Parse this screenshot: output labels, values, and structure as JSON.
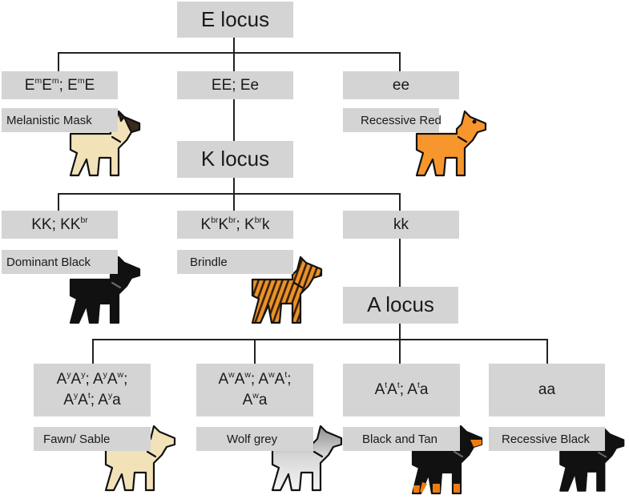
{
  "loci": {
    "e": "E locus",
    "k": "K locus",
    "a": "A locus"
  },
  "genotypes": {
    "e_mask": [
      {
        "t": "E"
      },
      {
        "s": "m"
      },
      {
        "t": "E"
      },
      {
        "s": "m"
      },
      {
        "t": "; E"
      },
      {
        "s": "m"
      },
      {
        "t": "E"
      }
    ],
    "e_ee": [
      {
        "t": "EE; Ee"
      }
    ],
    "e_rec": [
      {
        "t": "ee"
      }
    ],
    "k_dom": [
      {
        "t": "KK; KK"
      },
      {
        "s": "br"
      }
    ],
    "k_brin": [
      {
        "t": "K"
      },
      {
        "s": "br"
      },
      {
        "t": "K"
      },
      {
        "s": "br"
      },
      {
        "t": "; K"
      },
      {
        "s": "br"
      },
      {
        "t": "k"
      }
    ],
    "k_kk": [
      {
        "t": "kk"
      }
    ],
    "a_fawn": [
      {
        "t": "A"
      },
      {
        "s": "y"
      },
      {
        "t": "A"
      },
      {
        "s": "y"
      },
      {
        "t": "; A"
      },
      {
        "s": "y"
      },
      {
        "t": "A"
      },
      {
        "s": "w"
      },
      {
        "t": ";"
      },
      {
        "br": 1
      },
      {
        "t": "A"
      },
      {
        "s": "y"
      },
      {
        "t": "A"
      },
      {
        "s": "t"
      },
      {
        "t": "; A"
      },
      {
        "s": "y"
      },
      {
        "t": "a"
      }
    ],
    "a_wolf": [
      {
        "t": "A"
      },
      {
        "s": "w"
      },
      {
        "t": "A"
      },
      {
        "s": "w"
      },
      {
        "t": "; A"
      },
      {
        "s": "w"
      },
      {
        "t": "A"
      },
      {
        "s": "t"
      },
      {
        "t": ";"
      },
      {
        "br": 1
      },
      {
        "t": "A"
      },
      {
        "s": "w"
      },
      {
        "t": "a"
      }
    ],
    "a_tan": [
      {
        "t": "A"
      },
      {
        "s": "t"
      },
      {
        "t": "A"
      },
      {
        "s": "t"
      },
      {
        "t": "; A"
      },
      {
        "s": "t"
      },
      {
        "t": "a"
      }
    ],
    "a_aa": [
      {
        "t": "aa"
      }
    ]
  },
  "phenotypes": {
    "melanistic_mask": "Melanistic Mask",
    "recessive_red": "Recessive Red",
    "dominant_black": "Dominant Black",
    "brindle": "Brindle",
    "fawn_sable": "Fawn/ Sable",
    "wolf_grey": "Wolf grey",
    "black_and_tan": "Black and Tan",
    "recessive_black": "Recessive Black"
  },
  "colors": {
    "box_fill": "#d4d4d4",
    "line": "#222222",
    "fawn": "#f2e2b8",
    "red": "#f7962d",
    "black": "#111111",
    "brindle_base": "#e8922a",
    "wolf_grey": "#cfcfcf",
    "tan": "#f07c10"
  },
  "dogs": [
    {
      "key": "melanistic_mask",
      "icon": "dog-melanistic-mask-icon"
    },
    {
      "key": "recessive_red",
      "icon": "dog-recessive-red-icon"
    },
    {
      "key": "dominant_black",
      "icon": "dog-dominant-black-icon"
    },
    {
      "key": "brindle",
      "icon": "dog-brindle-icon"
    },
    {
      "key": "fawn_sable",
      "icon": "dog-fawn-sable-icon"
    },
    {
      "key": "wolf_grey",
      "icon": "dog-wolf-grey-icon"
    },
    {
      "key": "black_and_tan",
      "icon": "dog-black-and-tan-icon"
    },
    {
      "key": "recessive_black",
      "icon": "dog-recessive-black-icon"
    }
  ]
}
